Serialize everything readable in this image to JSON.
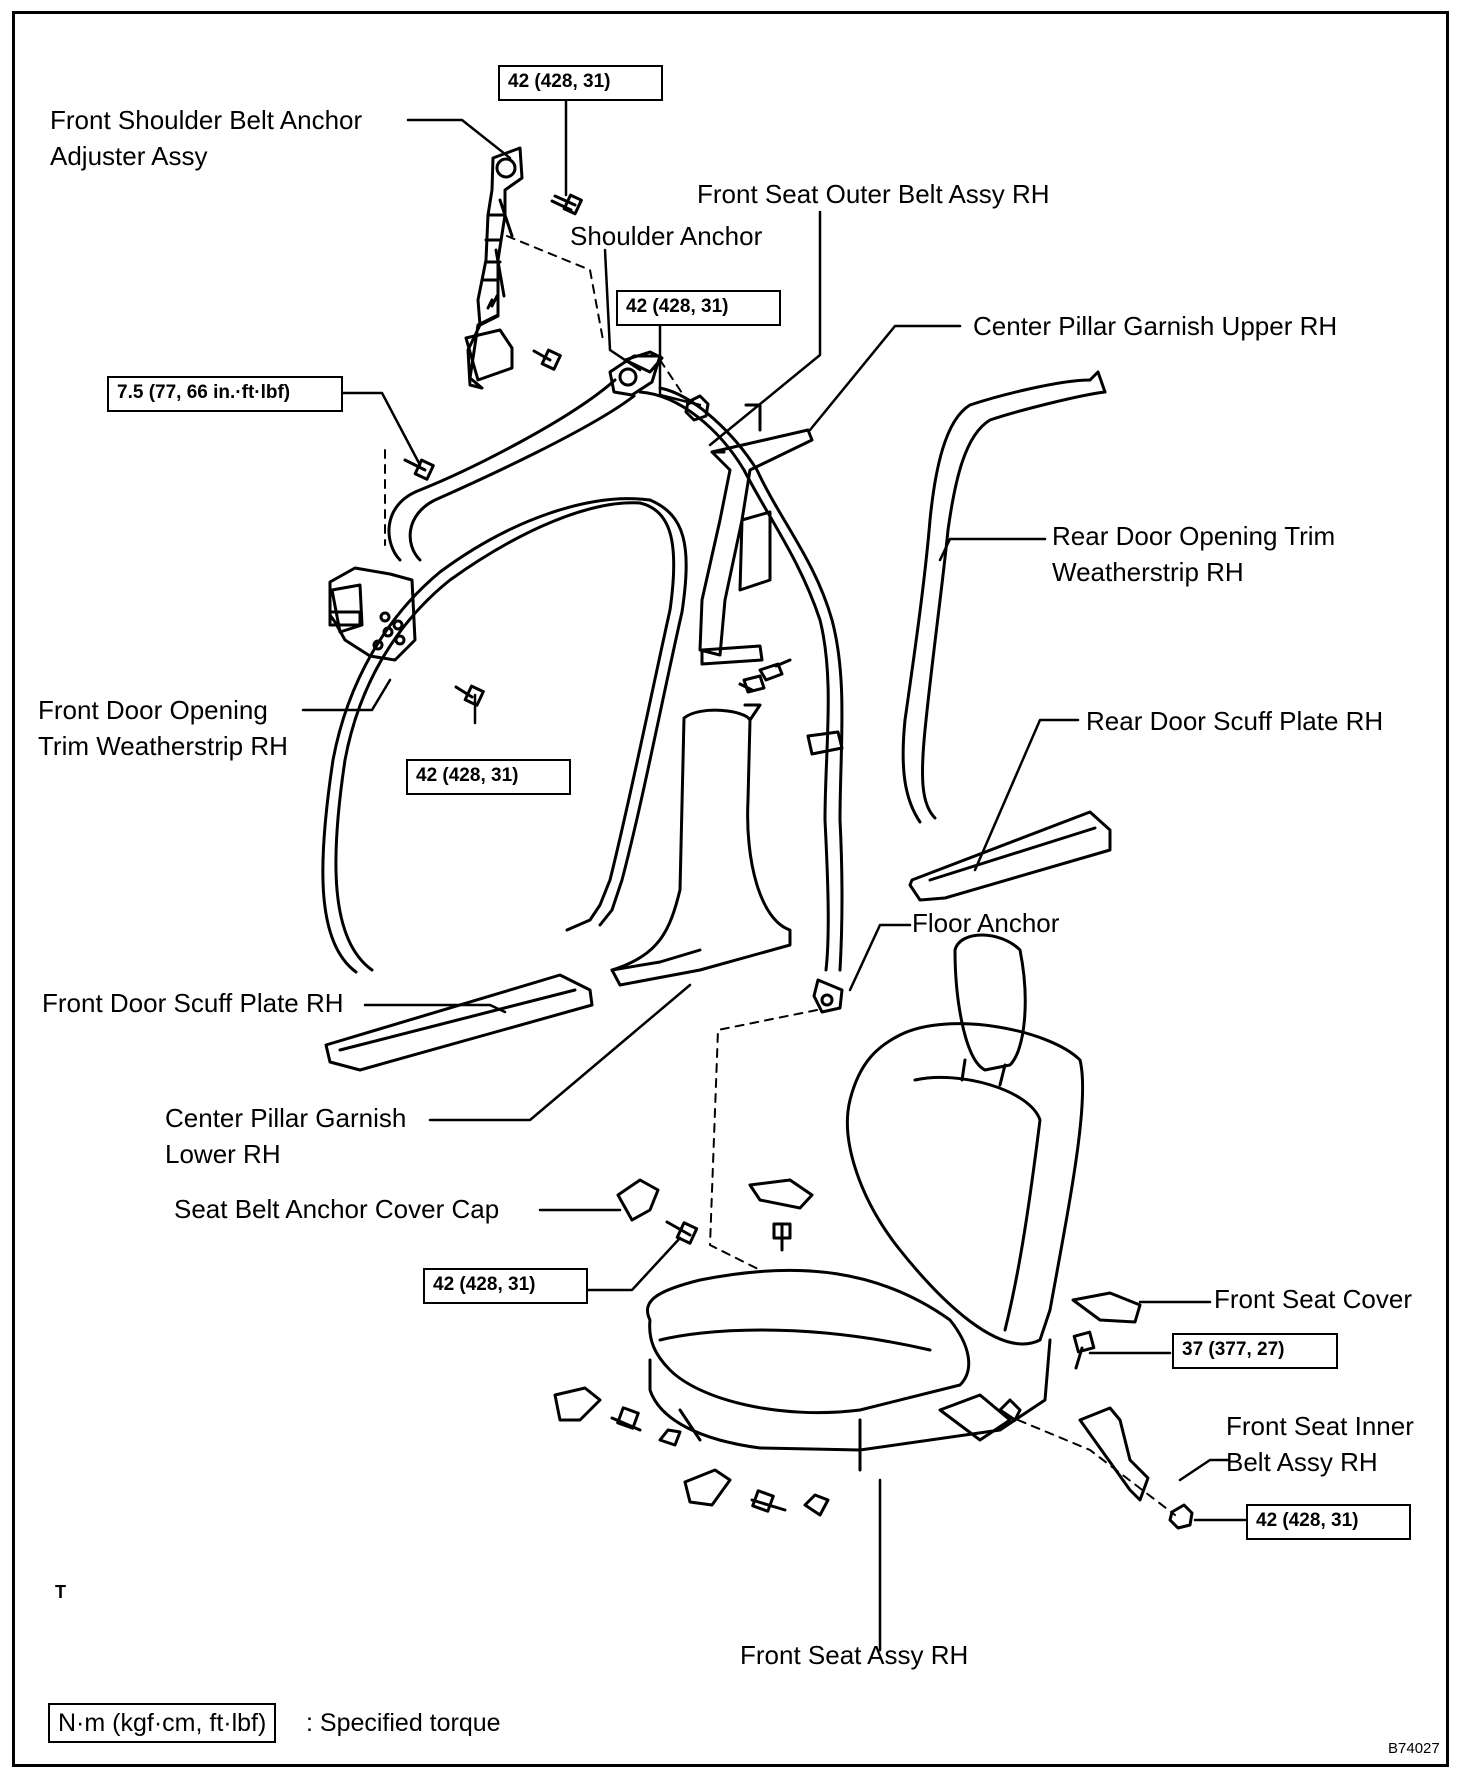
{
  "labels": {
    "shoulder_belt_adjuster": [
      "Front Shoulder Belt Anchor",
      "Adjuster Assy"
    ],
    "outer_belt": "Front Seat Outer Belt Assy RH",
    "shoulder_anchor": "Shoulder Anchor",
    "center_pillar_upper": "Center Pillar Garnish Upper RH",
    "rear_door_weatherstrip": [
      "Rear Door Opening Trim",
      "Weatherstrip RH"
    ],
    "front_door_weatherstrip": [
      "Front Door Opening",
      "Trim Weatherstrip RH"
    ],
    "rear_door_scuff": "Rear Door Scuff Plate RH",
    "floor_anchor": "Floor Anchor",
    "front_door_scuff": "Front Door Scuff Plate RH",
    "center_pillar_lower": [
      "Center Pillar Garnish",
      "Lower RH"
    ],
    "anchor_cover_cap": "Seat Belt Anchor Cover Cap",
    "front_seat_cover": "Front Seat Cover",
    "inner_belt": [
      "Front Seat Inner",
      "Belt Assy RH"
    ],
    "front_seat_assy": "Front Seat Assy RH"
  },
  "torques": {
    "adjuster_bolt": "42 (428, 31)",
    "shoulder_anchor_nut": "42 (428, 31)",
    "retractor_bolt": "7.5 (77, 66 in.·ft·lbf)",
    "retractor_lower_bolt": "42 (428, 31)",
    "floor_anchor_bolt": "42 (428, 31)",
    "seat_bolt": "37 (377, 27)",
    "inner_belt_nut": "42 (428, 31)"
  },
  "legend": {
    "unit": "N·m (kgf·cm, ft·lbf)",
    "text": ": Specified torque"
  },
  "marks": {
    "t": "T",
    "figure_code": "B74027"
  }
}
